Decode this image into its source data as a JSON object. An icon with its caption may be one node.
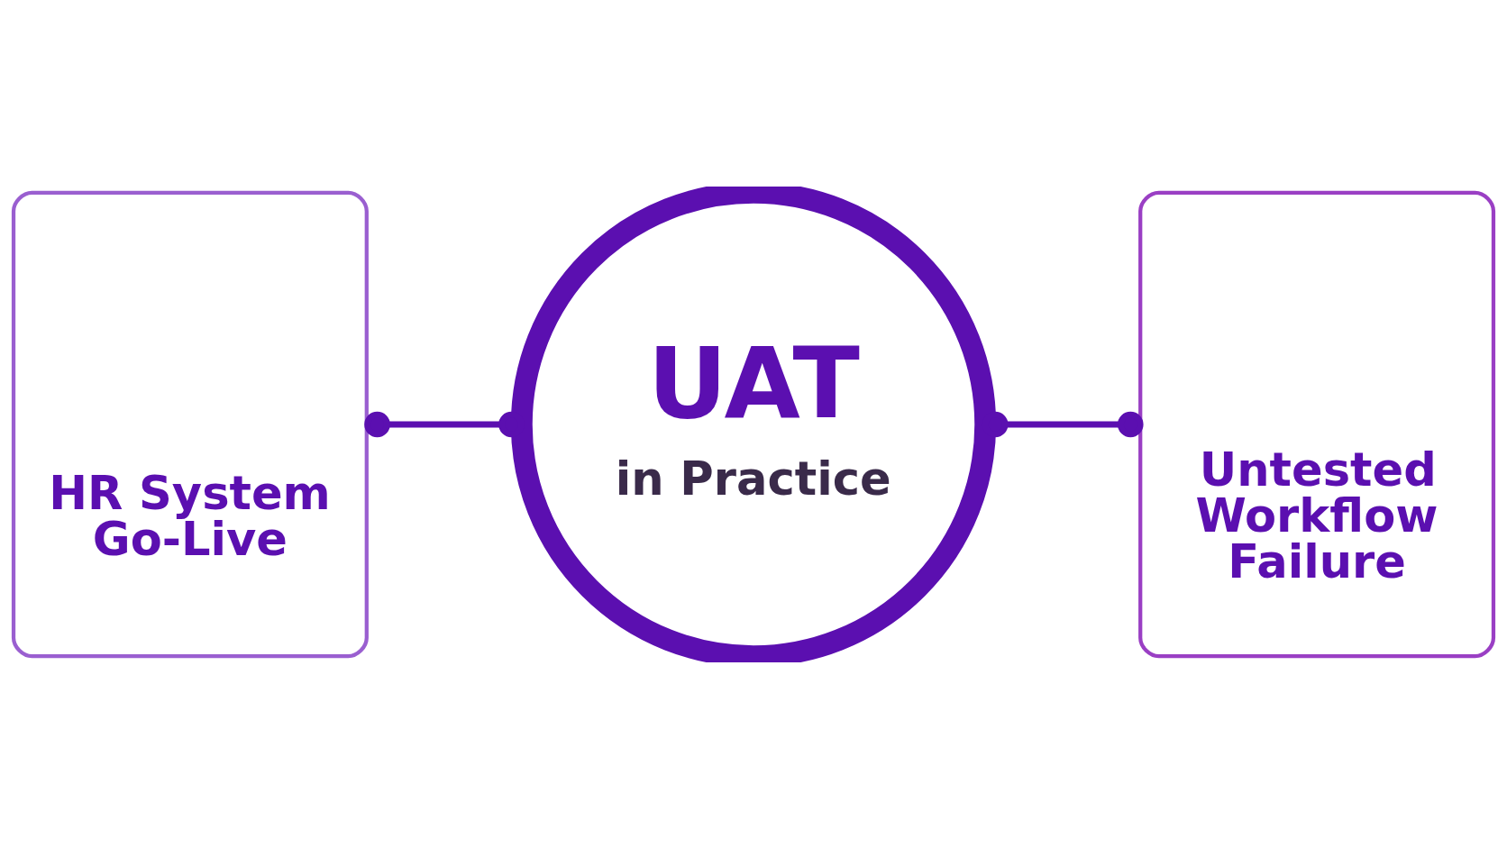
{
  "diagram": {
    "nodes": [
      {
        "text": [
          "HR System Go-Live"
        ]
      },
      {
        "text": [
          "UAT",
          "in Practice"
        ]
      },
      {
        "text": [
          "Untested Workflow Failure"
        ]
      }
    ],
    "edges": [
      {
        "from": 0,
        "to": 1,
        "arrow": "other"
      },
      {
        "from": 1,
        "to": 2,
        "arrow": "other"
      }
    ]
  }
}
